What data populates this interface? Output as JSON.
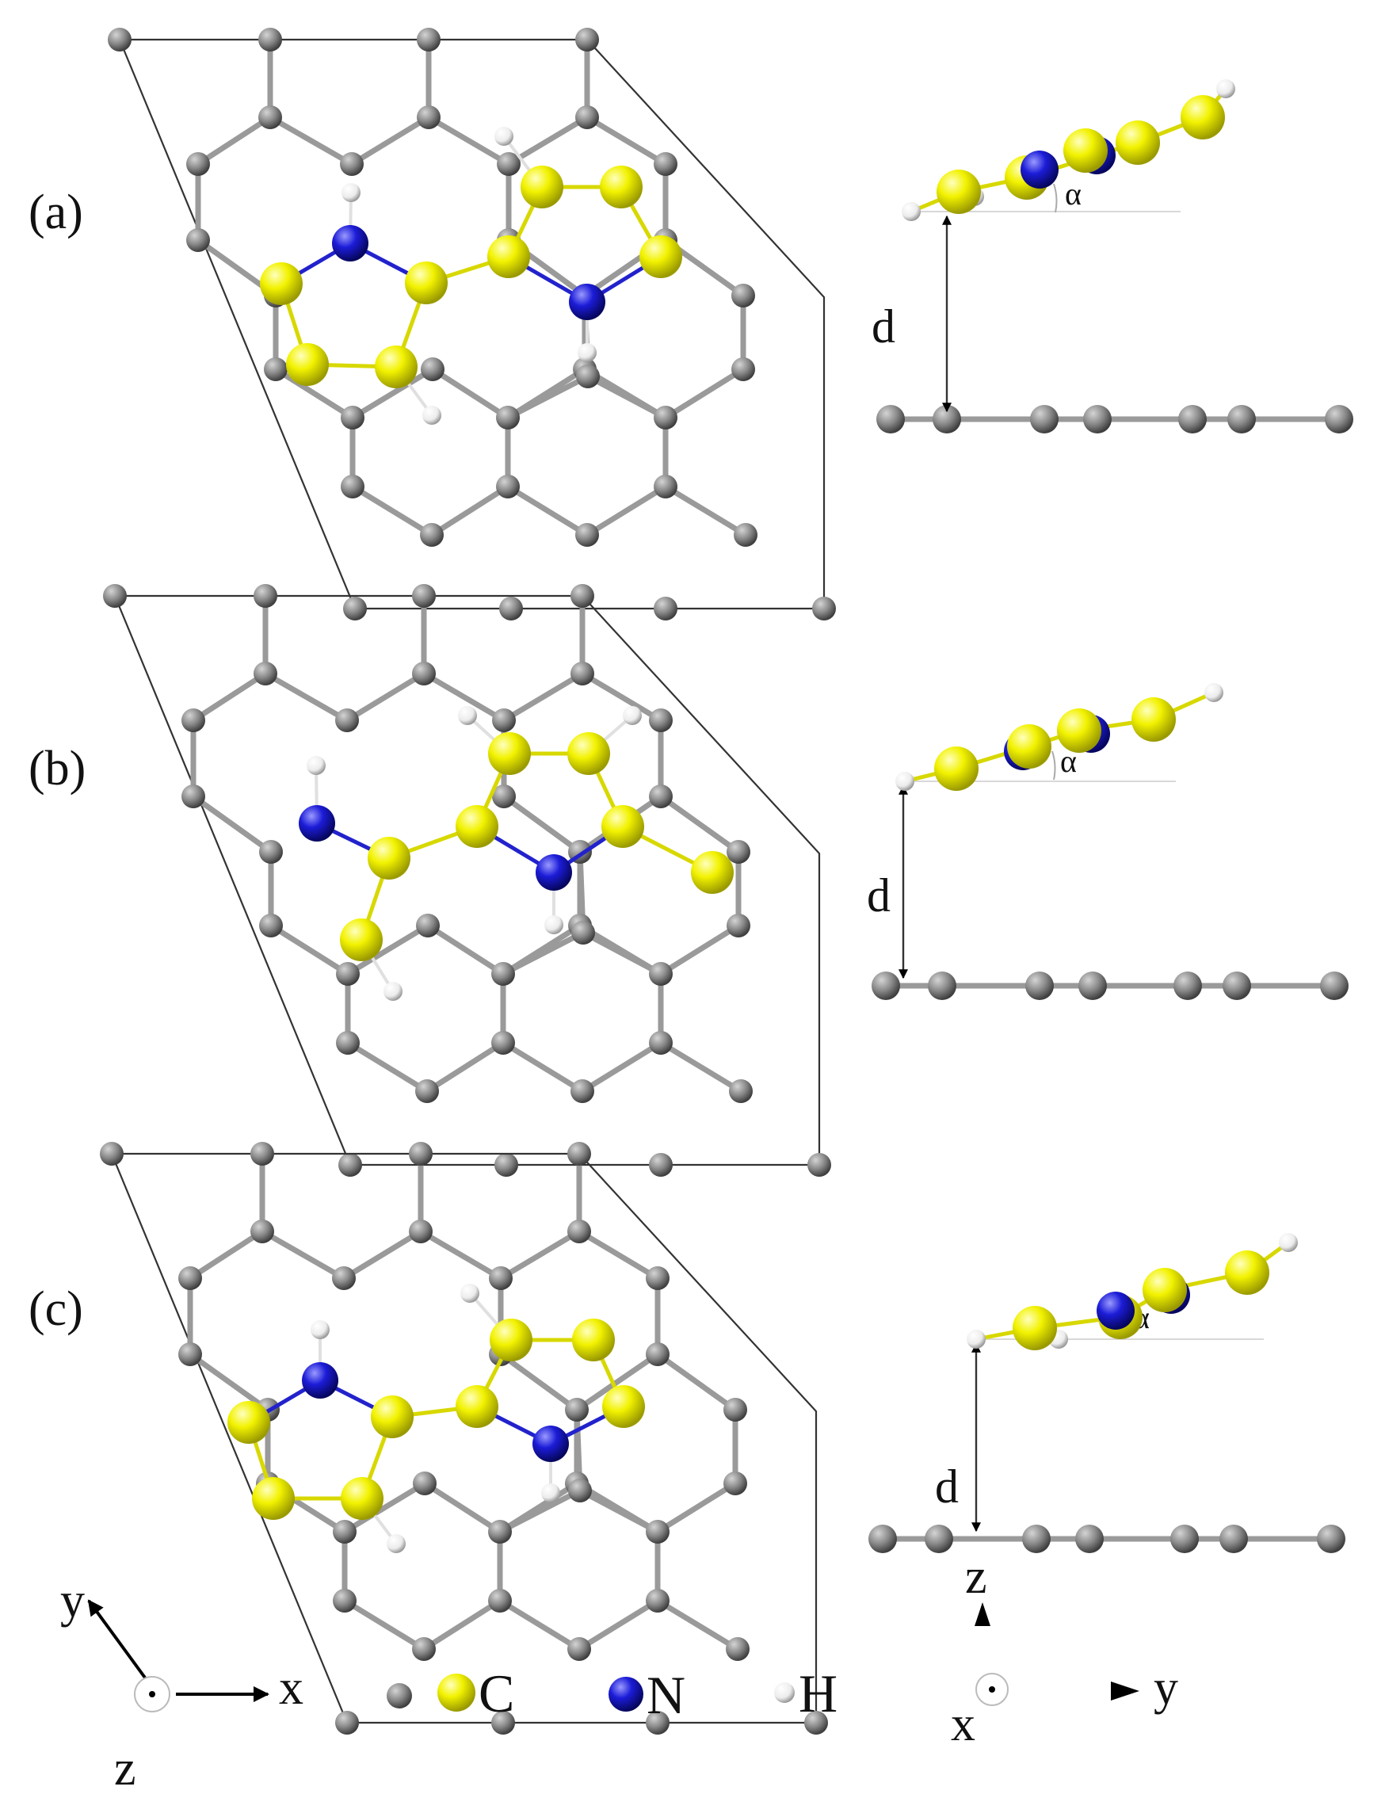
{
  "panels": [
    {
      "id": "a",
      "label": "(a)",
      "distance_label": "d",
      "angle_label": "α"
    },
    {
      "id": "b",
      "label": "(b)",
      "distance_label": "d",
      "angle_label": "α"
    },
    {
      "id": "c",
      "label": "(c)",
      "distance_label": "d",
      "angle_label": "α"
    }
  ],
  "top_view_axes": {
    "y": "y",
    "x": "x",
    "z": "z"
  },
  "side_view_axes": {
    "z": "z",
    "x": "x",
    "y": "y"
  },
  "legend": [
    {
      "element": "C",
      "label": "C",
      "colors": [
        "#8a8a8a",
        "#f0f000"
      ]
    },
    {
      "element": "N",
      "label": "N",
      "colors": [
        "#1a1ad0"
      ]
    },
    {
      "element": "H",
      "label": "H",
      "colors": [
        "#eeeeee"
      ]
    }
  ],
  "colors": {
    "graphene_carbon": "#8a8a8a",
    "adsorbate_carbon": "#f0f000",
    "nitrogen": "#1a1ad0",
    "hydrogen": "#eeeeee"
  }
}
